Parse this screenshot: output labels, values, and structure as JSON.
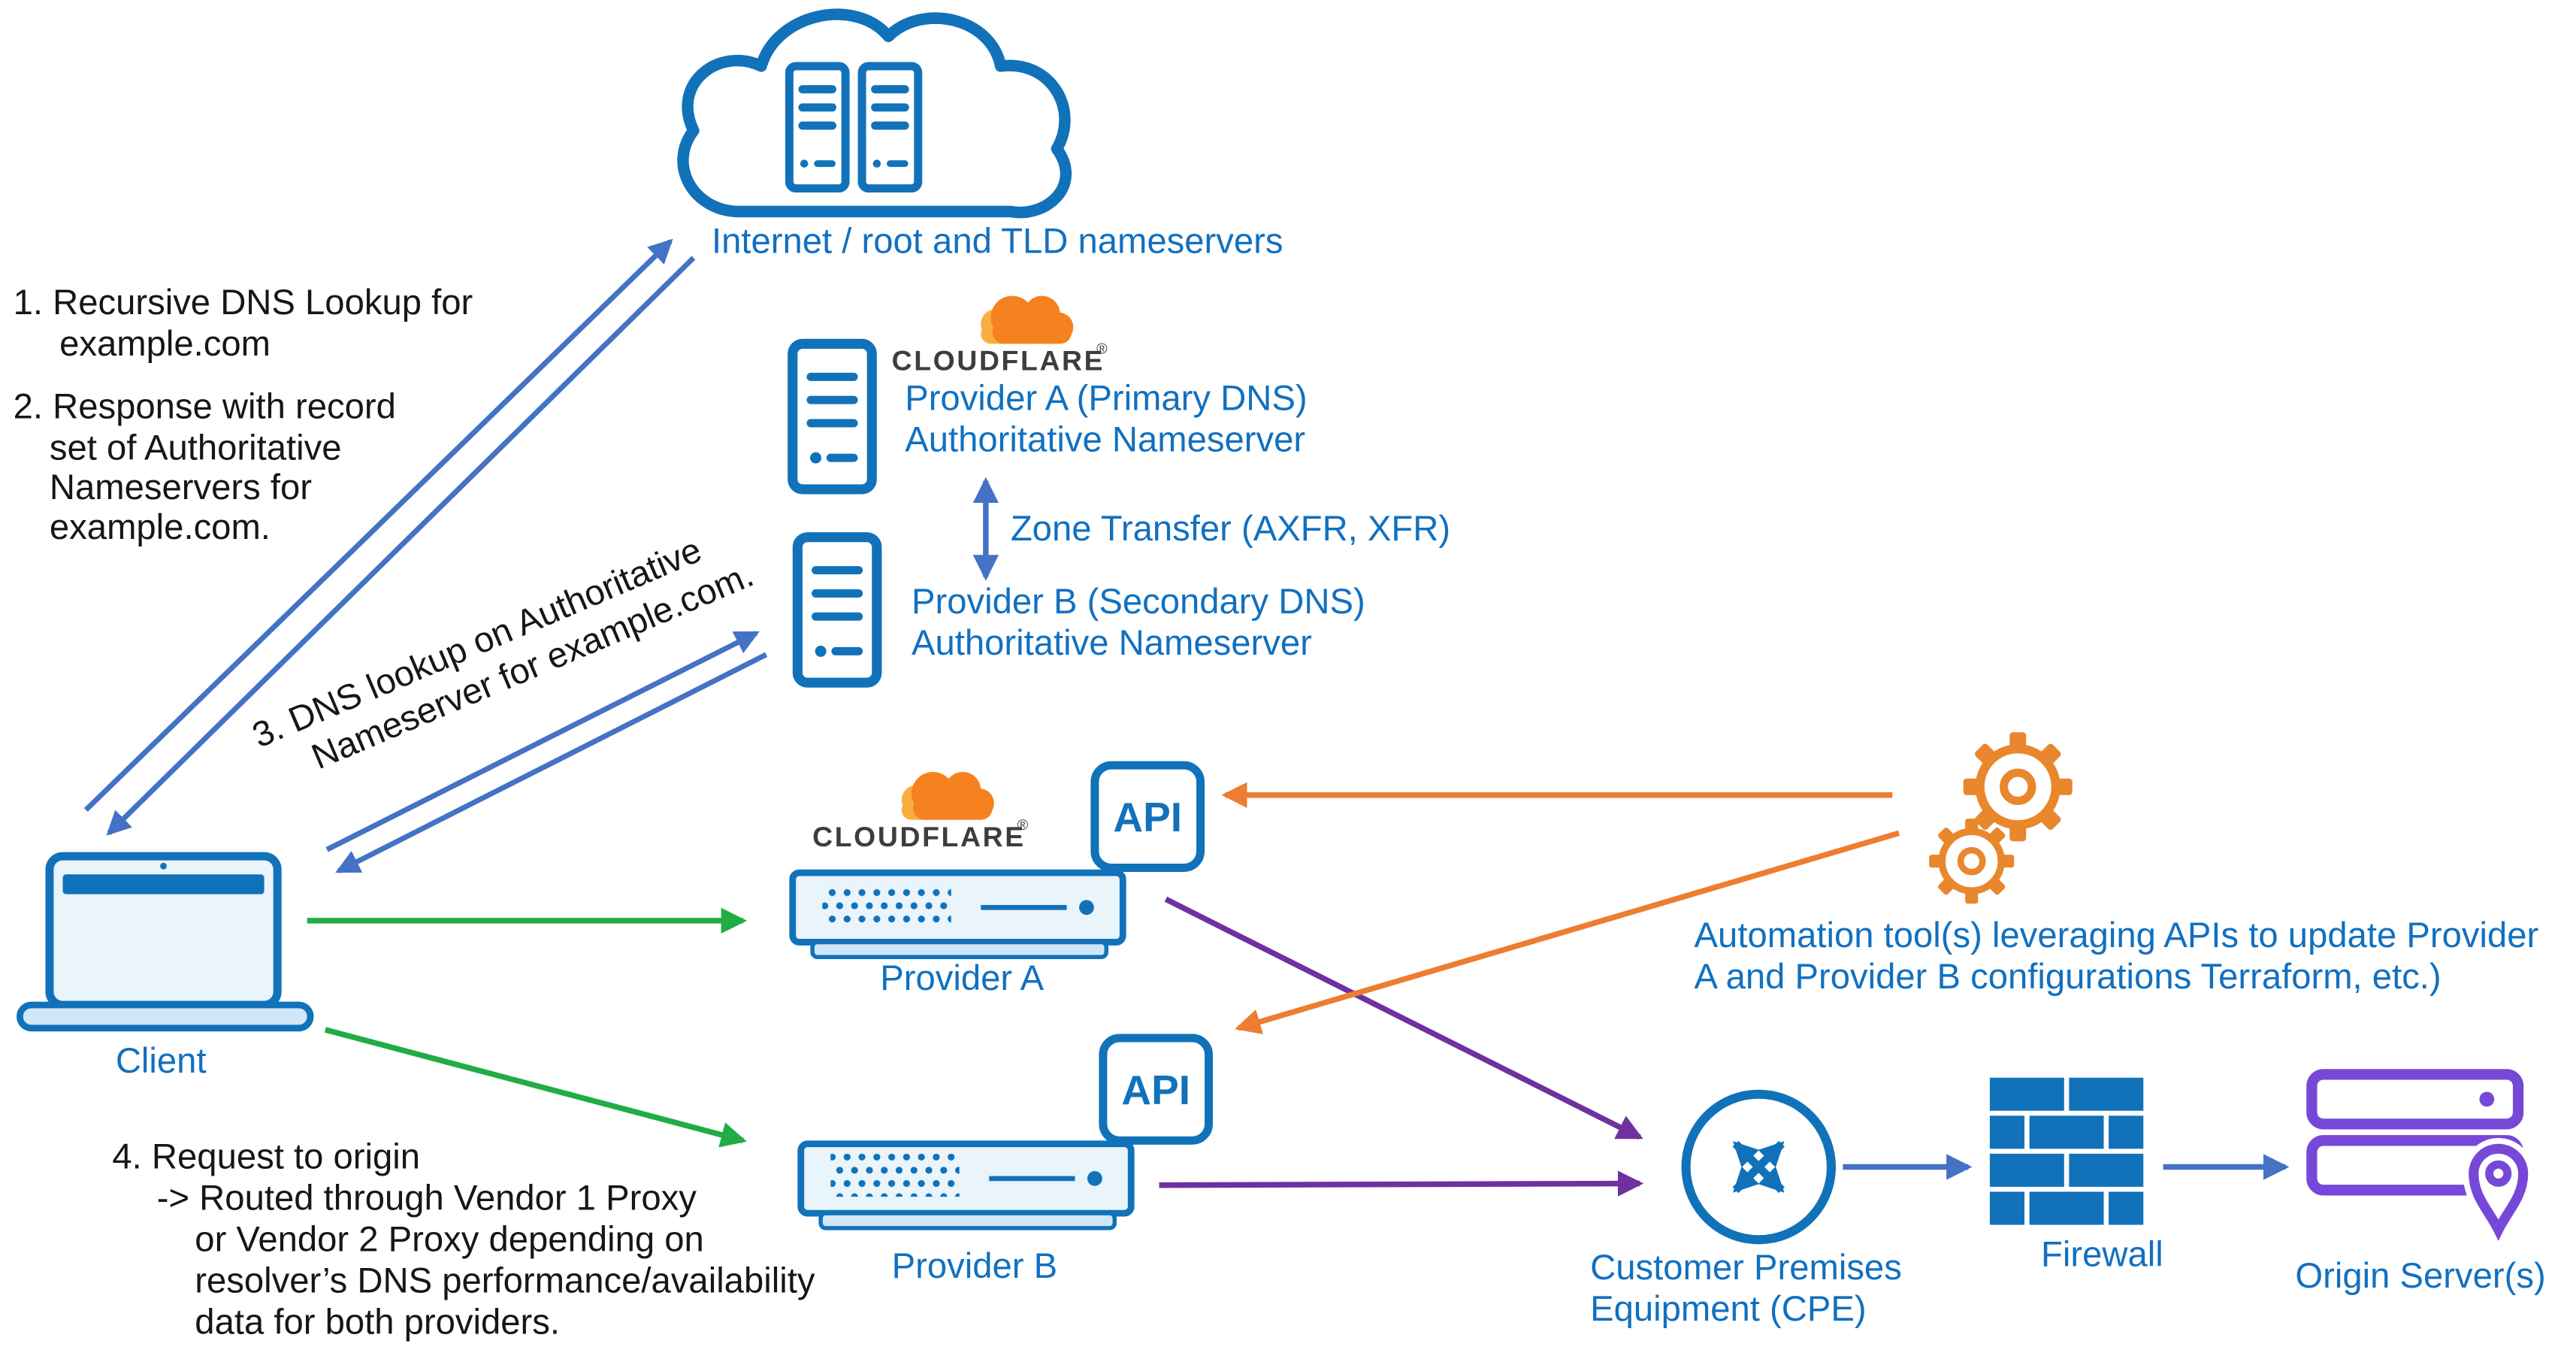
{
  "title": "Multi-provider DNS architecture diagram",
  "colors": {
    "icon_blue": "#1172BA",
    "label_blue": "#1170C0",
    "arrow_blue": "#4472C4",
    "arrow_green": "#21AC45",
    "arrow_purple": "#7030A0",
    "arrow_orange": "#ED7D31",
    "cloudflare_orange": "#F6821F",
    "cloudflare_orange_light": "#FBAD41",
    "origin_purple": "#7648D8",
    "text_black": "#161616"
  },
  "labels": {
    "internet": "Internet / root and TLD nameservers",
    "cloudflare_wordmark": "CLOUDFLARE",
    "registered": "®",
    "provider_a_ns_line1": "Provider A  (Primary DNS)",
    "provider_a_ns_line2": "Authoritative Nameserver",
    "zone_transfer": "Zone Transfer (AXFR, XFR)",
    "provider_b_ns_line1": "Provider B  (Secondary DNS)",
    "provider_b_ns_line2": "Authoritative Nameserver",
    "client": "Client",
    "api": "API",
    "provider_a": "Provider A",
    "provider_b": "Provider B",
    "automation_line1": "Automation tool(s)  leveraging APIs to update Provider",
    "automation_line2": "A and Provider B configurations Terraform, etc.)",
    "cpe_line1": "Customer Premises",
    "cpe_line2": "Equipment (CPE)",
    "firewall": "Firewall",
    "origin": "Origin Server(s)"
  },
  "notes": {
    "step1": [
      "1. Recursive DNS Lookup for",
      "example.com"
    ],
    "step2": [
      "2. Response with record",
      "set of Authoritative",
      "Nameservers for",
      "example.com."
    ],
    "step3": [
      "3. DNS lookup on Authoritative",
      "Nameserver for example.com."
    ],
    "step4": [
      "4. Request to origin",
      "-> Routed through Vendor 1 Proxy",
      "or Vendor 2 Proxy depending on",
      "resolver’s DNS performance/availability",
      "data for both providers."
    ]
  }
}
